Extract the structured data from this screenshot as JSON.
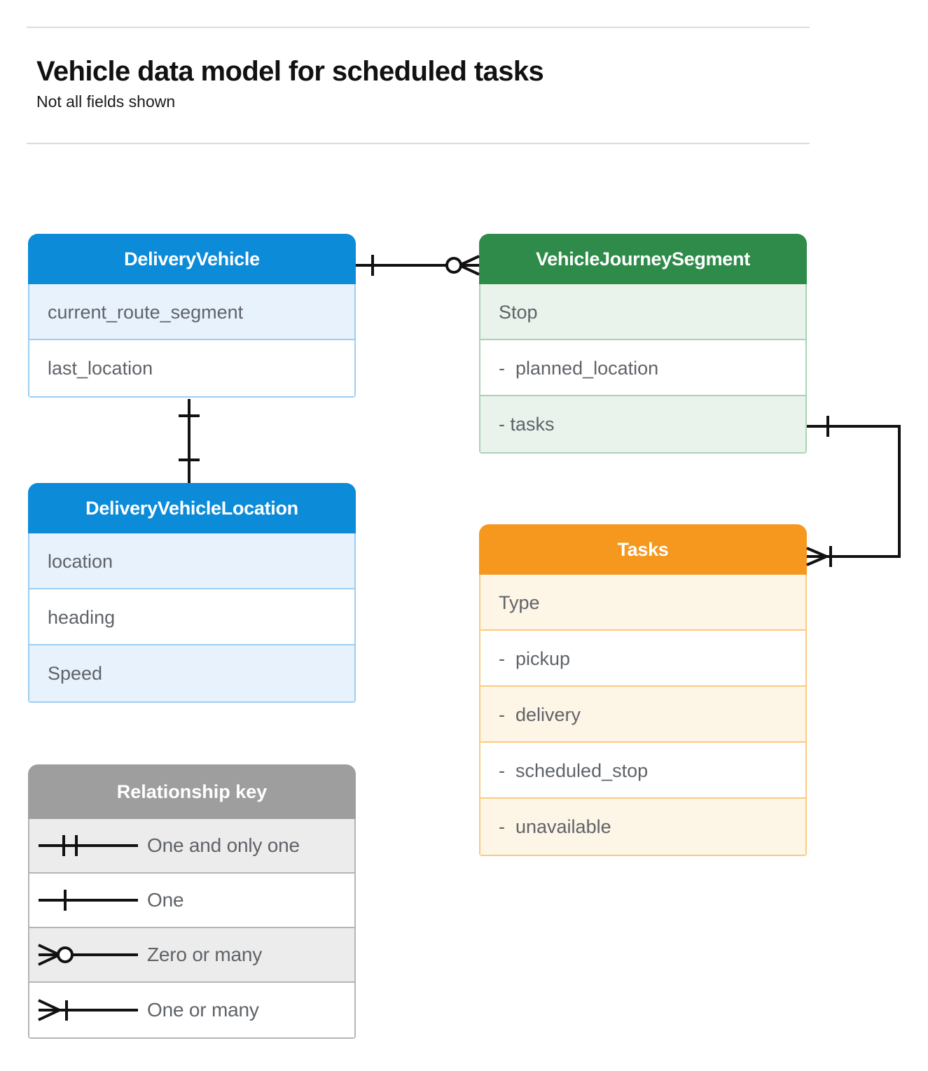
{
  "header": {
    "title": "Vehicle data model for scheduled tasks",
    "subtitle": "Not all fields shown"
  },
  "colors": {
    "blue_header": "#0b8bd8",
    "blue_row_alt": "#e8f2fd",
    "blue_border": "#9ecdf2",
    "green_header": "#2e8b49",
    "green_row_alt": "#e9f3ec",
    "green_border": "#a8d4b4",
    "orange_header": "#f6971e",
    "orange_row_alt": "#fdf5e6",
    "orange_border": "#fbcb7e",
    "gray_header": "#9e9e9e",
    "gray_row_alt": "#ececec",
    "text": "#5f6368",
    "divider": "#dadce0",
    "connector": "#111111"
  },
  "entities": [
    {
      "id": "delivery-vehicle",
      "name": "DeliveryVehicle",
      "theme": "blue",
      "rows": [
        "current_route_segment",
        "last_location"
      ]
    },
    {
      "id": "vehicle-journey-segment",
      "name": "VehicleJourneySegment",
      "theme": "green",
      "rows": [
        "Stop",
        "-  planned_location",
        "- tasks"
      ]
    },
    {
      "id": "delivery-vehicle-location",
      "name": "DeliveryVehicleLocation",
      "theme": "blue",
      "rows": [
        "location",
        "heading",
        "Speed"
      ]
    },
    {
      "id": "tasks",
      "name": "Tasks",
      "theme": "orange",
      "rows": [
        "Type",
        "-  pickup",
        "-  delivery",
        "-  scheduled_stop",
        "-  unavailable"
      ]
    }
  ],
  "legend": {
    "title": "Relationship key",
    "items": [
      {
        "symbol": "one-and-only-one",
        "label": "One and only one"
      },
      {
        "symbol": "one",
        "label": "One"
      },
      {
        "symbol": "zero-or-many",
        "label": "Zero or many"
      },
      {
        "symbol": "one-or-many",
        "label": "One or many"
      }
    ]
  },
  "relationships": [
    {
      "id": "vehicle-to-journey-segment",
      "from": "DeliveryVehicle",
      "to": "VehicleJourneySegment",
      "from_cardinality": "One",
      "to_cardinality": "Zero or many"
    },
    {
      "id": "vehicle-to-vehicle-location",
      "from": "DeliveryVehicle",
      "to": "DeliveryVehicleLocation",
      "from_cardinality": "One",
      "to_cardinality": "One"
    },
    {
      "id": "journey-segment-tasks-to-tasks",
      "from": "VehicleJourneySegment",
      "to": "Tasks",
      "from_cardinality": "One",
      "to_cardinality": "One or many"
    }
  ]
}
